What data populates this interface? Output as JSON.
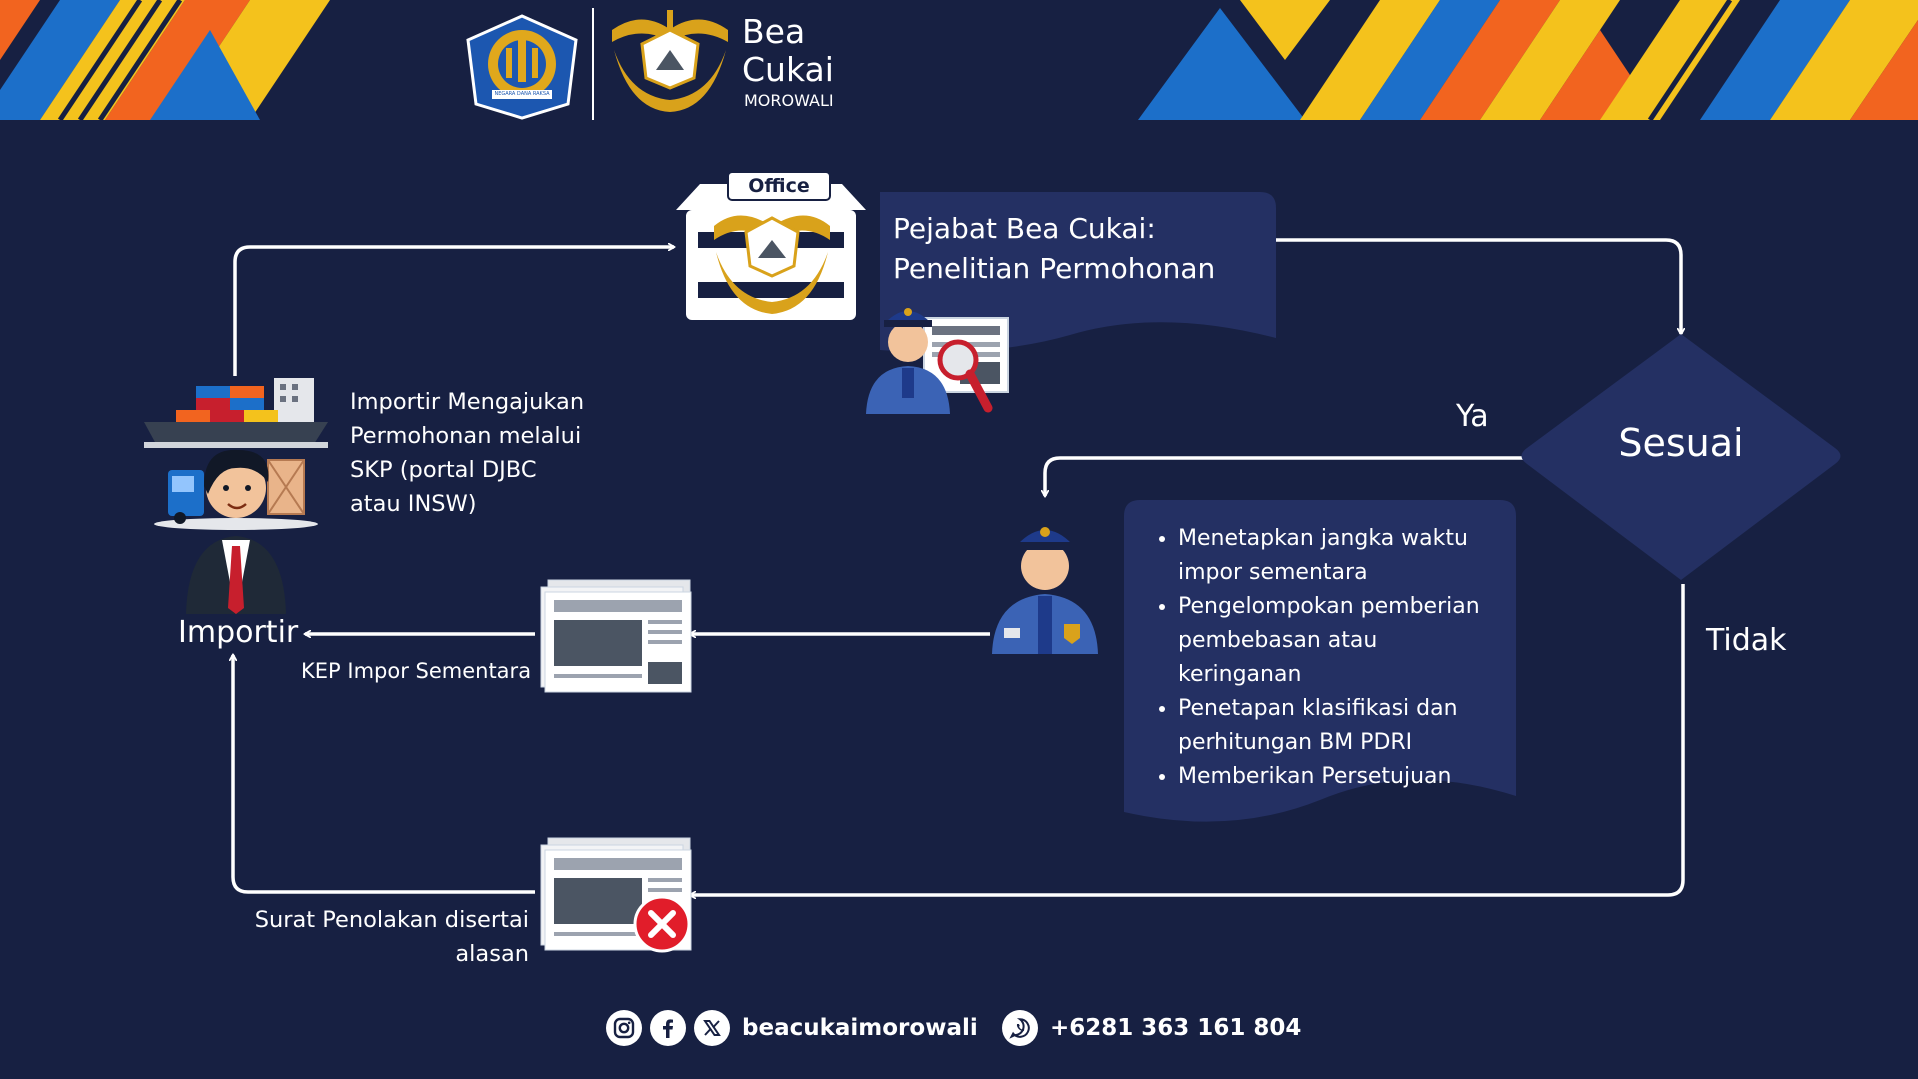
{
  "brand": {
    "line1": "Bea",
    "line2": "Cukai",
    "line3": "MOROWALI",
    "seal_text": "NEGARA DANA RAKSA"
  },
  "office": {
    "sign": "Office"
  },
  "officer_box": {
    "line1": "Pejabat Bea Cukai:",
    "line2": "Penelitian Permohonan"
  },
  "importer": {
    "label": "Importir",
    "desc_lines": [
      "Importir Mengajukan",
      "Permohonan melalui",
      "SKP (portal DJBC",
      "atau INSW)"
    ]
  },
  "decision": {
    "label": "Sesuai",
    "yes_label": "Ya",
    "no_label": "Tidak"
  },
  "tasks": [
    "Menetapkan jangka waktu impor sementara",
    "Pengelompokan pemberian pembebasan atau keringanan",
    "Penetapan klasifikasi dan perhitungan BM PDRI",
    "Memberikan Persetujuan"
  ],
  "documents": {
    "approval_label": "KEP Impor Sementara",
    "rejection_label_lines": [
      "Surat Penolakan disertai",
      "alasan"
    ]
  },
  "footer": {
    "social_handle": "beacukaimorowali",
    "phone": "+6281 363 161 804",
    "icons": [
      "instagram-icon",
      "facebook-icon",
      "x-icon",
      "whatsapp-icon"
    ]
  },
  "colors": {
    "background": "#172042",
    "panel": "#243063",
    "gold": "#d9a21b",
    "orange": "#f2641f",
    "blue": "#1c6fc9",
    "yellow": "#f4c21c"
  }
}
